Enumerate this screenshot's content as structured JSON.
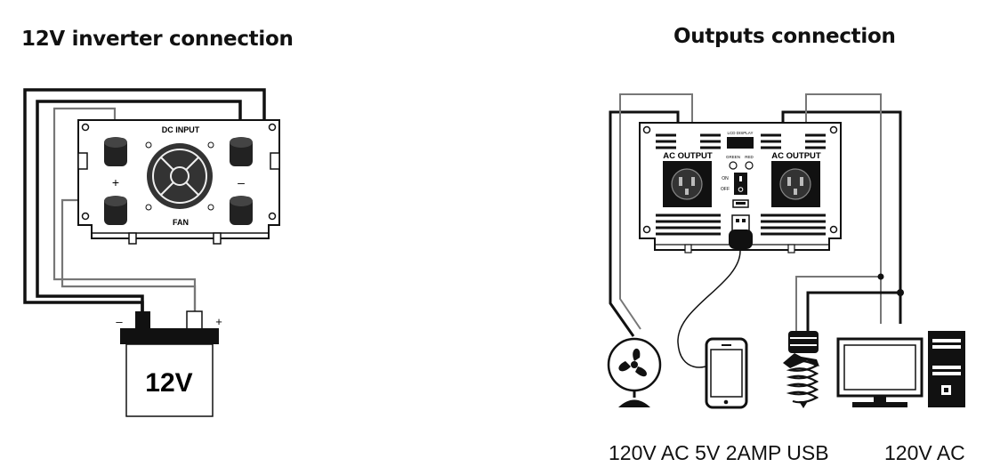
{
  "left": {
    "title": "12V inverter connection",
    "panel_label_top": "DC INPUT",
    "panel_label_bottom": "FAN",
    "plus_sign": "+",
    "minus_sign": "–",
    "battery_label": "12V",
    "battery_minus": "–",
    "battery_plus": "+"
  },
  "right": {
    "title": "Outputs connection",
    "ac_output_left": "AC OUTPUT",
    "ac_output_right": "AC OUTPUT",
    "lcd_label": "LCD DISPLAY",
    "green_label": "GREEN",
    "red_label": "RED",
    "on_label": "ON",
    "off_label": "OFF",
    "caption_1": "120V AC 5V 2AMP USB",
    "caption_2": "120V AC"
  },
  "icons": [
    "fan-icon",
    "smartphone-icon",
    "cfl-bulb-icon",
    "monitor-icon",
    "computer-tower-icon",
    "battery-icon",
    "inverter-panel-icon"
  ]
}
